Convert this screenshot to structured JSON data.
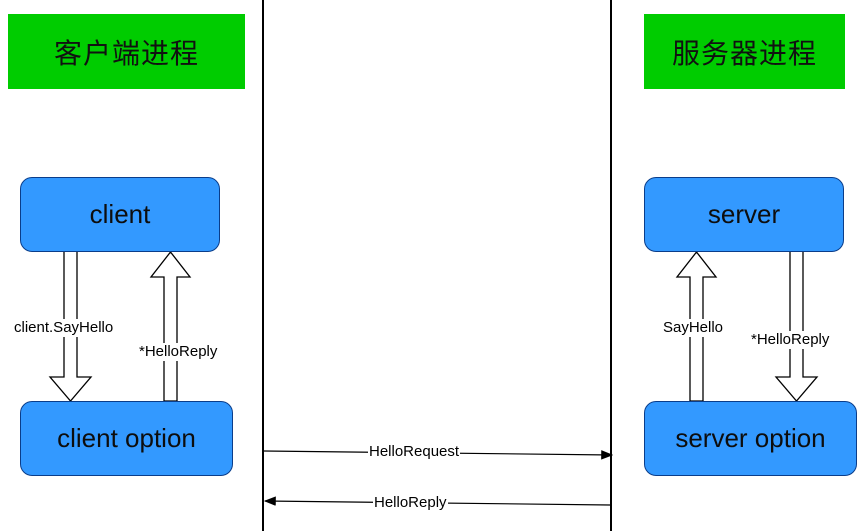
{
  "left": {
    "title": "客户端进程",
    "top_node": "client",
    "bottom_node": "client option",
    "down_arrow_label": "client.SayHello",
    "up_arrow_label": "*HelloReply"
  },
  "right": {
    "title": "服务器进程",
    "top_node": "server",
    "bottom_node": "server option",
    "up_arrow_label": "SayHello",
    "down_arrow_label": "*HelloReply"
  },
  "messages": {
    "request": "HelloRequest",
    "reply": "HelloReply"
  },
  "colors": {
    "title_bg": "#00cc00",
    "node_bg": "#3399ff",
    "node_border": "#0a3d8a"
  }
}
